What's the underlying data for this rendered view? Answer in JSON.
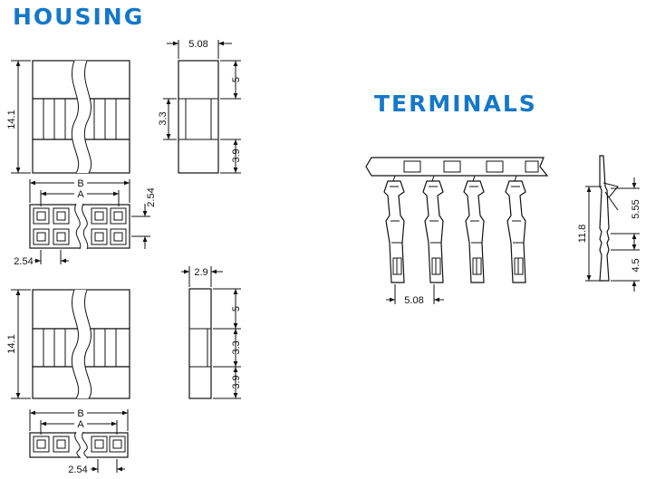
{
  "headings": {
    "housing": "HOUSING",
    "terminals": "TERMINALS"
  },
  "colors": {
    "heading": "#1478C8",
    "line": "#111111"
  },
  "dims": {
    "h1_height": "14.1",
    "h1_side_width": "5.08",
    "h1_side_top": "5",
    "h1_side_mid": "3.3",
    "h1_side_bottom": "3.9",
    "h1_front_B": "B",
    "h1_front_A": "A",
    "h1_front_height": "2.54",
    "h1_front_pitch": "2.54",
    "h2_height": "14.1",
    "h2_side_width": "2.9",
    "h2_side_top": "5",
    "h2_side_mid": "3.3",
    "h2_side_bottom": "3.9",
    "h2_front_B": "B",
    "h2_front_A": "A",
    "h2_front_pitch": "2.54",
    "term_pitch": "5.08",
    "term_height": "11.8",
    "term_top": "5.55",
    "term_bottom": "4.5"
  }
}
